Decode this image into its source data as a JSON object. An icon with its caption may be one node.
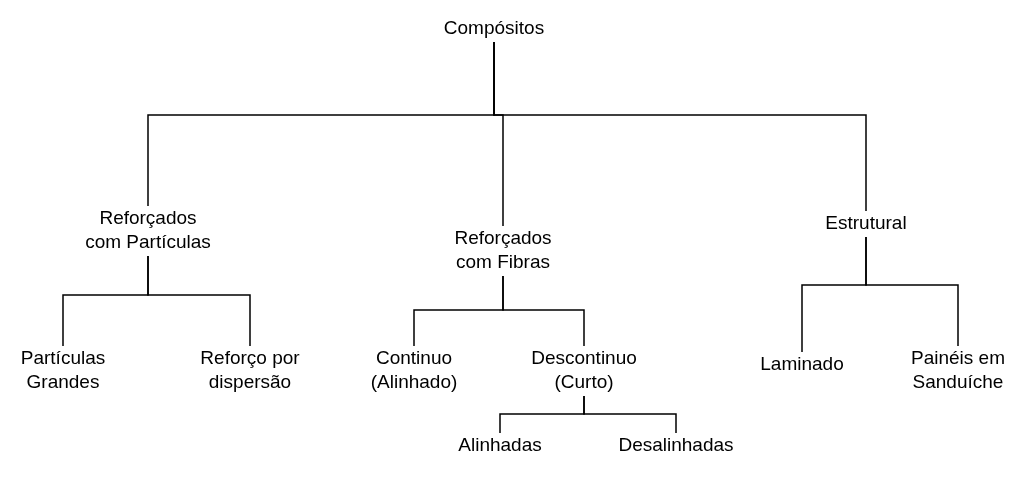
{
  "diagram": {
    "nodes": [
      {
        "text": [
          "Compósitos"
        ]
      },
      {
        "text": [
          "Reforçados com Partículas"
        ]
      },
      {
        "text": [
          "Reforçados com Fibras"
        ]
      },
      {
        "text": [
          "Estrutural"
        ]
      },
      {
        "text": [
          "Partículas Grandes"
        ]
      },
      {
        "text": [
          "Reforço por dispersão"
        ]
      },
      {
        "text": [
          "Continuo (Alinhado)"
        ]
      },
      {
        "text": [
          "Descontinuo (Curto)"
        ]
      },
      {
        "text": [
          "Laminado"
        ]
      },
      {
        "text": [
          "Painéis em Sanduíche"
        ]
      },
      {
        "text": [
          "Alinhadas"
        ]
      },
      {
        "text": [
          "Desalinhadas"
        ]
      }
    ],
    "edges": [
      {
        "from": 0,
        "to": 1,
        "arrow": "none"
      },
      {
        "from": 0,
        "to": 2,
        "arrow": "none"
      },
      {
        "from": 0,
        "to": 3,
        "arrow": "none"
      },
      {
        "from": 1,
        "to": 4,
        "arrow": "none"
      },
      {
        "from": 1,
        "to": 5,
        "arrow": "none"
      },
      {
        "from": 2,
        "to": 6,
        "arrow": "none"
      },
      {
        "from": 2,
        "to": 7,
        "arrow": "none"
      },
      {
        "from": 3,
        "to": 8,
        "arrow": "none"
      },
      {
        "from": 3,
        "to": 9,
        "arrow": "none"
      },
      {
        "from": 7,
        "to": 10,
        "arrow": "none"
      },
      {
        "from": 7,
        "to": 11,
        "arrow": "none"
      }
    ]
  }
}
